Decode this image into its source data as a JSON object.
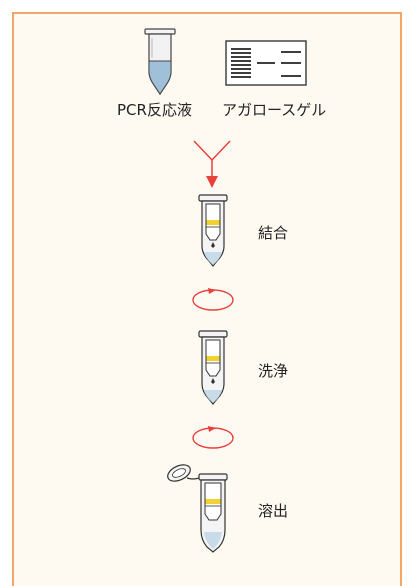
{
  "inputs": {
    "pcr_label": "PCR反応液",
    "gel_label": "アガロースゲル"
  },
  "steps": {
    "bind_label": "結合",
    "wash_label": "洗浄",
    "elute_label": "溶出"
  },
  "colors": {
    "frame_border": "#f2a66a",
    "frame_bg": "#fffaf1",
    "arrow_red": "#e8413c",
    "liquid_blue": "#9fc0d8",
    "membrane_yellow": "#f2d230"
  }
}
